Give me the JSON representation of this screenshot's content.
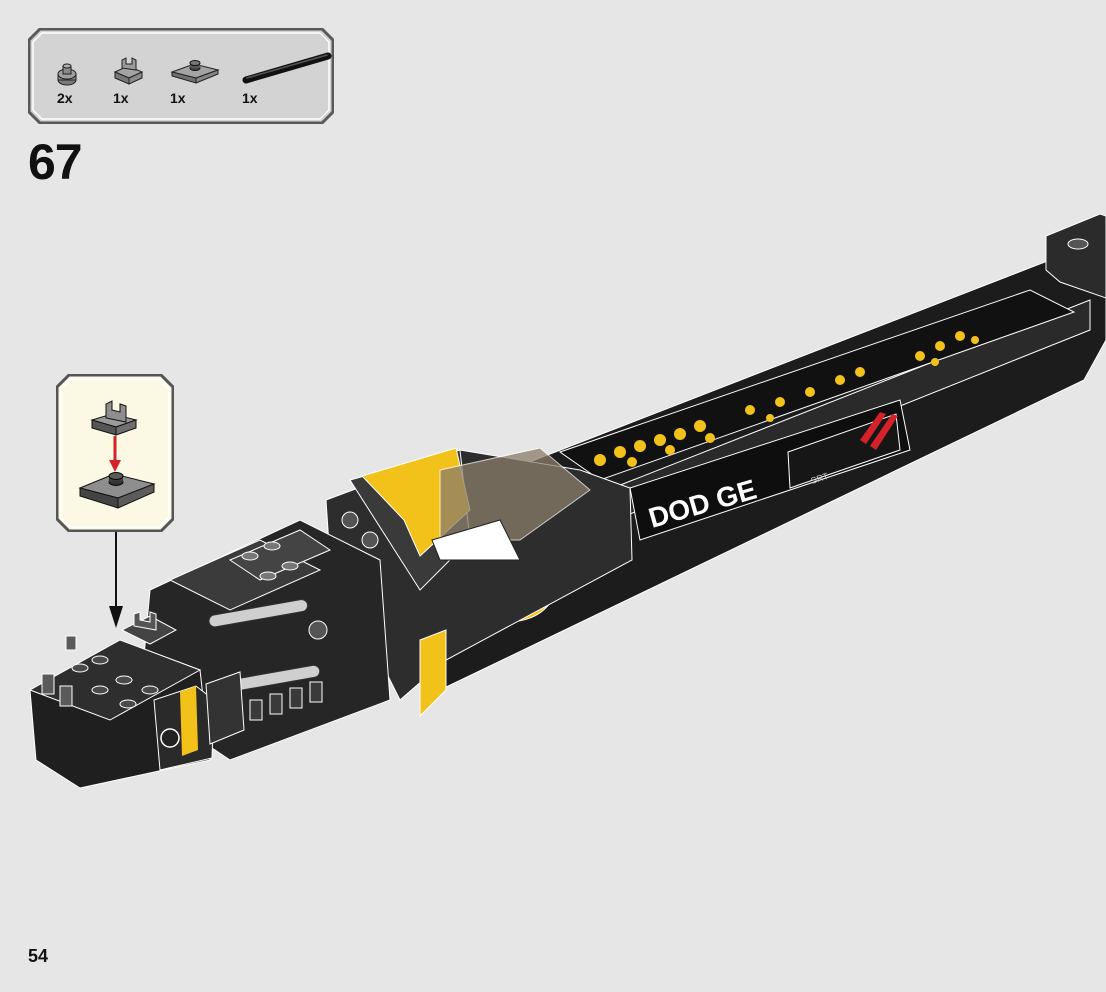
{
  "parts_list": {
    "items": [
      {
        "qty": "2x",
        "part": "round-plate-icon"
      },
      {
        "qty": "1x",
        "part": "clip-plate-icon"
      },
      {
        "qty": "1x",
        "part": "flat-plate-with-stud-icon"
      },
      {
        "qty": "1x",
        "part": "long-bar-icon"
      }
    ]
  },
  "step": {
    "number": "67"
  },
  "page": {
    "number": "54"
  },
  "model": {
    "decal_text": "DOD GE",
    "decal_small_text": "SRT"
  },
  "colors": {
    "background": "#e6e6e6",
    "box_fill": "#d3d3d3",
    "callout_fill": "#fbf8e4",
    "brick_dark": "#2a2a2a",
    "accent_yellow": "#f2c21b",
    "accent_red": "#d3222a"
  }
}
